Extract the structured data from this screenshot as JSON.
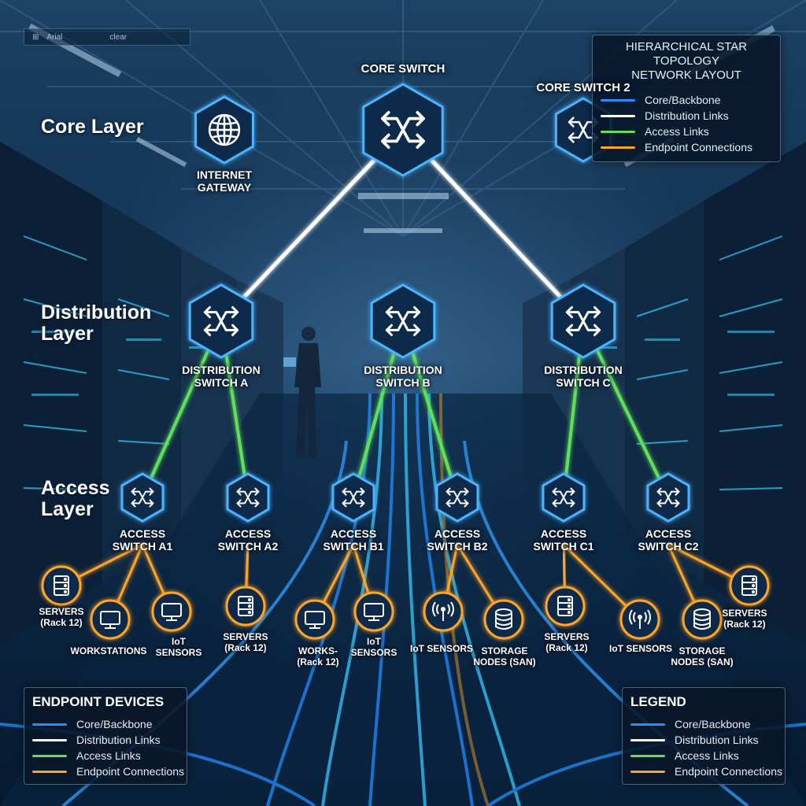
{
  "toolbar": {
    "font_name": "Arial",
    "clear_label": "clear"
  },
  "title_panel": {
    "title_line1": "HIERARCHICAL STAR TOPOLOGY",
    "title_line2": "NETWORK LAYOUT",
    "items": [
      {
        "label": "Core/Backbone",
        "color": "#2b8cff"
      },
      {
        "label": "Distribution Links",
        "color": "#ffffff"
      },
      {
        "label": "Access Links",
        "color": "#5fe05a"
      },
      {
        "label": "Endpoint Connections",
        "color": "#ffa526"
      }
    ]
  },
  "layers": {
    "core": "Core Layer",
    "distribution_1": "Distribution",
    "distribution_2": "Layer",
    "access_1": "Access",
    "access_2": "Layer"
  },
  "core": {
    "gateway": {
      "line1": "INTERNET",
      "line2": "GATEWAY",
      "icon": "globe-icon"
    },
    "switch1": "CORE SWITCH",
    "switch2": "CORE SWITCH 2"
  },
  "distribution": [
    {
      "line1": "DISTRIBUTION",
      "line2": "SWITCH A"
    },
    {
      "line1": "DISTRIBUTION",
      "line2": "SWITCH B"
    },
    {
      "line1": "DISTRIBUTION",
      "line2": "SWITCH C"
    }
  ],
  "access": [
    {
      "line1": "ACCESS",
      "line2": "SWITCH A1"
    },
    {
      "line1": "ACCESS",
      "line2": "SWITCH A2"
    },
    {
      "line1": "ACCESS",
      "line2": "SWITCH B1"
    },
    {
      "line1": "ACCESS",
      "line2": "SWITCH B2"
    },
    {
      "line1": "ACCESS",
      "line2": "SWITCH C1"
    },
    {
      "line1": "ACCESS",
      "line2": "SWITCH C2"
    }
  ],
  "endpoints": [
    {
      "line1": "SERVERS",
      "line2": "(Rack 12)",
      "icon": "server-icon"
    },
    {
      "line1": "WORKSTATIONS",
      "line2": "",
      "icon": "monitor-icon"
    },
    {
      "line1": "IoT",
      "line2": "SENSORS",
      "icon": "monitor-icon"
    },
    {
      "line1": "SERVERS",
      "line2": "(Rack 12)",
      "icon": "server-icon"
    },
    {
      "line1": "WORKS-",
      "line2": "(Rack 12)",
      "icon": "monitor-icon"
    },
    {
      "line1": "IoT",
      "line2": "SENSORS",
      "icon": "monitor-icon"
    },
    {
      "line1": "IoT SENSORS",
      "line2": "",
      "icon": "antenna-icon"
    },
    {
      "line1": "STORAGE",
      "line2": "NODES (SAN)",
      "icon": "database-icon"
    },
    {
      "line1": "SERVERS",
      "line2": "(Rack 12)",
      "icon": "server-icon"
    },
    {
      "line1": "IoT SENSORS",
      "line2": "",
      "icon": "antenna-icon"
    },
    {
      "line1": "STORAGE",
      "line2": "NODES (SAN)",
      "icon": "database-icon"
    },
    {
      "line1": "SERVERS",
      "line2": "(Rack 12)",
      "icon": "server-icon"
    }
  ],
  "endpoint_panel": {
    "title": "ENDPOINT DEVICES",
    "items": [
      "Core/Backbone",
      "Distribution Links",
      "Access Links",
      "Endpoint Connections"
    ]
  },
  "legend_panel": {
    "title": "LEGEND",
    "items": [
      "Core/Backbone",
      "Distribution Links",
      "Access Links",
      "Endpoint Connections"
    ]
  },
  "colors": {
    "core": "#2b8cff",
    "distribution": "#ffffff",
    "access": "#5fe05a",
    "endpoint": "#ffa526",
    "node_fill": "#0e2a4c",
    "node_stroke": "#4ab4ff"
  }
}
